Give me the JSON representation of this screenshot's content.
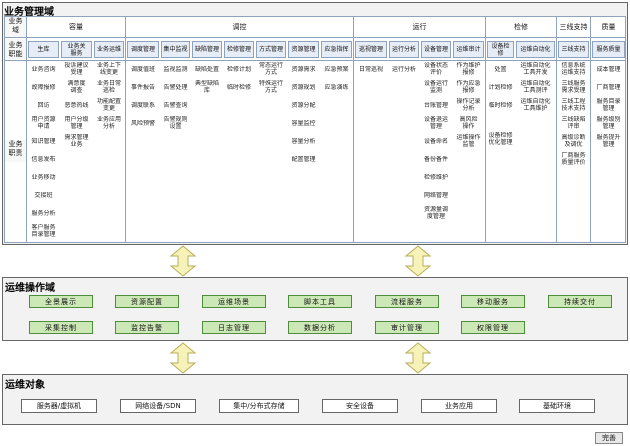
{
  "domains": {
    "business": "业务管理域",
    "ops": "运维操作域",
    "objects": "运维对象"
  },
  "business_table": {
    "corner_top": "业务\n域",
    "row_duty": "业务\n职能",
    "row_resp": "业务\n职责",
    "columns": [
      "容量",
      "调控",
      "运行",
      "检修",
      "三线支持",
      "质量"
    ]
  },
  "business_cells": {
    "c0": "生库",
    "c1": "业务关\n服务",
    "c2": "业务运维",
    "c3": "调度管理",
    "c4": "集中监视",
    "c5": "缺陷管理",
    "c6": "检修管理",
    "c7": "方式管理",
    "c8": "资源管理",
    "c9": "应急指挥",
    "c10": "巡视管理",
    "c11": "运行分析",
    "c12": "设备管理",
    "c13": "运维审计",
    "c14": "设备检修",
    "c15": "运维自动化",
    "c16": "三线支持",
    "c17": "服务质量"
  },
  "business_subs": {
    "k0": "业务咨询",
    "k1": "投诉建议\n受理",
    "k2": "业务上下\n线变更",
    "k3": "故障报修",
    "k4": "满意度\n调查",
    "k5": "业务日常\n巡检",
    "k6": "回访",
    "k7": "恶意热线",
    "k8": "功能配置\n变更",
    "k9": "用户资源\n申请",
    "k10": "用户分级\n管理",
    "k11": "业务应用\n分析",
    "k12": "知识管理",
    "k13": "需求管理\n业务",
    "k14": "信息发布",
    "k15": "业务移动",
    "k16": "交接班",
    "k17": "服务分析",
    "k18": "客户服务\n目录管理",
    "k19": "调度值班",
    "k20": "事件报告",
    "k21": "调度联系",
    "k22": "风险预警",
    "k23": "监视监测",
    "k24": "告警处理",
    "k25": "告警查询",
    "k26": "告警规则\n设置",
    "k27": "缺陷处置",
    "k28": "典型缺陷\n库",
    "k29": "检修计划",
    "k30": "临时检修",
    "k31": "常态运行\n方式",
    "k32": "特殊运行\n方式",
    "k33": "资源需求",
    "k34": "资源规划",
    "k35": "资源分配",
    "k36": "容量监控",
    "k37": "容量分析",
    "k38": "配置管理",
    "k39": "应急预案",
    "k40": "应急演练",
    "k41": "日常巡视",
    "k42": "运行分析",
    "k43": "设备状态\n评价",
    "k44": "设备运行\n监测",
    "k45": "台账管理",
    "k46": "设备退运\n管理",
    "k47": "设备命名",
    "k48": "备份备件",
    "k49": "检修维护",
    "k50": "网络管理",
    "k51": "资源量调\n度管理",
    "k52": "作为维护\n报修",
    "k53": "作为应急\n报修",
    "k54": "操作记录\n分析",
    "k55": "高风险\n操作",
    "k56": "运维操作\n监管",
    "k57": "处置",
    "k58": "计划检修",
    "k59": "临时检修",
    "k60": "设备检修\n优化管理",
    "k61": "运维自动化\n工具开发",
    "k62": "运维自动化\n工具测评",
    "k63": "运维自动化\n工具维护",
    "k64": "信息系统\n运维支持",
    "k65": "三线服务\n需求受理",
    "k66": "三线工程\n技术支持",
    "k67": "三线缺陷\n评审",
    "k68": "高级诊断\n及调优",
    "k69": "厂商服务\n质量评价",
    "k70": "成本管理",
    "k71": "厂商管理",
    "k72": "服务目录\n管理",
    "k73": "服务级别\n管理",
    "k74": "服务提升\n管理"
  },
  "ops_buttons": [
    "全景展示",
    "资源配置",
    "运维场景",
    "脚本工具",
    "流程服务",
    "移动服务",
    "持续交付",
    "采集控制",
    "监控告警",
    "日志管理",
    "数据分析",
    "审计管理",
    "权限管理"
  ],
  "object_buttons": [
    "服务器/虚拟机",
    "网络设备/SDN",
    "集中/分布式存储",
    "安全设备",
    "业务应用",
    "基础环境"
  ],
  "finish_label": "完善"
}
